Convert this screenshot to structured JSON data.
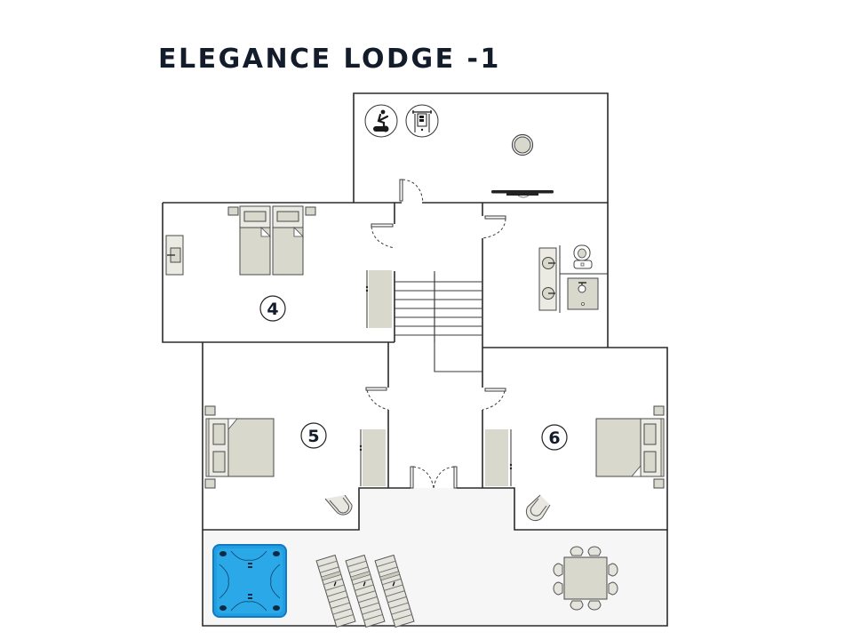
{
  "plan": {
    "title": "ELEGANCE LODGE -1",
    "colors": {
      "title": "#131c2b",
      "wall": "#2b2b2b",
      "furniture": "#d8d8cc",
      "terrace": "#f6f6f6",
      "jacuzzi": "#1f9fe0",
      "jacuzzi_border": "#1578c2"
    },
    "rooms": [
      {
        "id": "gym",
        "label": "",
        "icons": [
          "exercise-bike-icon",
          "weight-machine-icon"
        ]
      },
      {
        "id": "bedroom-4",
        "label": "4",
        "beds": "twin"
      },
      {
        "id": "bathroom",
        "label": "",
        "fixtures": [
          "double-sink",
          "toilet",
          "shower"
        ]
      },
      {
        "id": "stairwell",
        "label": ""
      },
      {
        "id": "bedroom-5",
        "label": "5",
        "beds": "double"
      },
      {
        "id": "bedroom-6",
        "label": "6",
        "beds": "double"
      },
      {
        "id": "terrace",
        "label": "",
        "features": [
          "jacuzzi",
          "sun-loungers",
          "dining-table"
        ]
      }
    ],
    "terrace": {
      "sun_lounger_count": 3,
      "dining_chair_count": 8
    }
  }
}
